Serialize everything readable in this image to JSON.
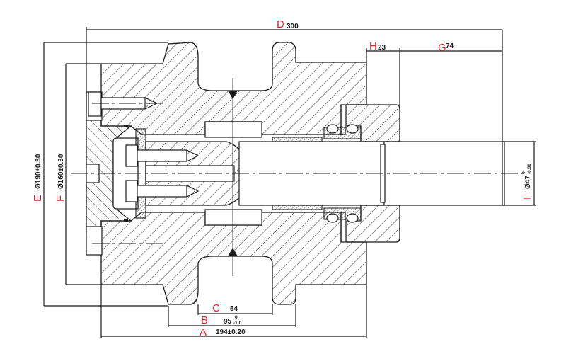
{
  "drawing": {
    "title": "Track roller assembly cross-section",
    "label_color": "#e0202a",
    "line_color": "#1a1a1a"
  },
  "dimensions": {
    "D": {
      "letter": "D",
      "value": "300"
    },
    "H": {
      "letter": "H",
      "value": "23"
    },
    "G": {
      "letter": "G",
      "value": "74"
    },
    "E": {
      "letter": "E",
      "value": "Ø190±0.30"
    },
    "F": {
      "letter": "F",
      "value": "Ø160±0.30"
    },
    "I": {
      "letter": "I",
      "value": "Ø47",
      "tol_upper": "0",
      "tol_lower": "-0.30"
    },
    "C": {
      "letter": "C",
      "value": "54"
    },
    "B": {
      "letter": "B",
      "value": "95",
      "tol_upper": "0",
      "tol_lower": "-1.0"
    },
    "A": {
      "letter": "A",
      "value": "194±0.20"
    }
  }
}
